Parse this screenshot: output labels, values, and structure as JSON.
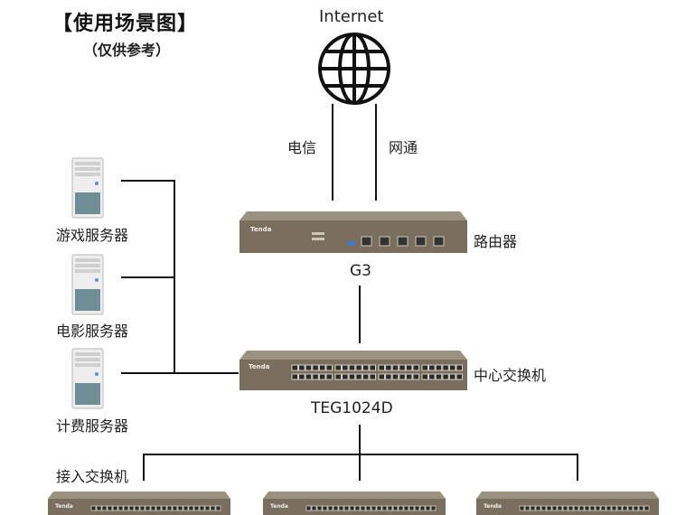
{
  "header": {
    "title": "【使用场景图】",
    "subtitle": "（仅供参考）"
  },
  "internet": {
    "label": "Internet"
  },
  "isp_links": {
    "left": "电信",
    "right": "网通"
  },
  "router": {
    "name": "路由器",
    "model": "G3",
    "brand": "Tenda"
  },
  "core_switch": {
    "name": "中心交换机",
    "model": "TEG1024D",
    "brand": "Tenda"
  },
  "servers": [
    {
      "label": "游戏服务器"
    },
    {
      "label": "电影服务器"
    },
    {
      "label": "计费服务器"
    }
  ],
  "access": {
    "label": "接入交换机",
    "brand": "Tenda"
  },
  "colors": {
    "device_body": "#7a6e5f",
    "device_face": "#8c8171",
    "lines": "#111111"
  }
}
